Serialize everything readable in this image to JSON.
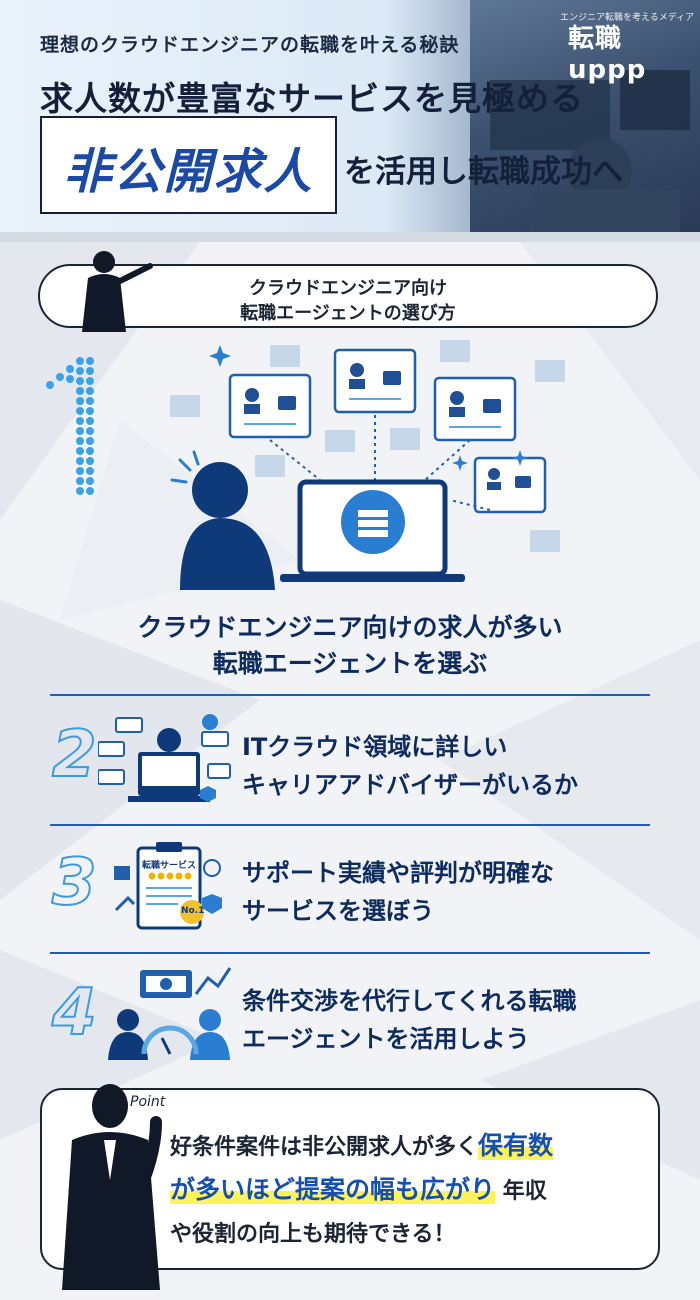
{
  "header": {
    "subtitle": "理想のクラウドエンジニアの転職を叶える秘訣",
    "headline": "求人数が豊富なサービスを見極める",
    "emphasis": "非公開求人",
    "headline2": "を活用し転職成功へ",
    "brand_small": "エンジニア転職を考えるメディア",
    "brand": "転職uppp"
  },
  "section": {
    "title_line1": "クラウドエンジニア向け",
    "title_line2": "転職エージェントの選び方"
  },
  "steps": [
    {
      "num": "1",
      "text1": "クラウドエンジニア向けの求人が多い",
      "text2": "転職エージェントを選ぶ",
      "icon": "cloud-job-listings-icon"
    },
    {
      "num": "2",
      "text1": "ITクラウド領域に詳しい",
      "text2": "キャリアアドバイザーがいるか",
      "icon": "career-advisor-icon"
    },
    {
      "num": "3",
      "text1": "サポート実績や評判が明確な",
      "text2": "サービスを選ぼう",
      "icon": "rating-clipboard-icon",
      "icon_label": "転職サービス",
      "badge": "No.1"
    },
    {
      "num": "4",
      "text1": "条件交渉を代行してくれる転職",
      "text2": "エージェントを活用しよう",
      "icon": "negotiation-icon"
    }
  ],
  "point": {
    "tag": "Point",
    "line1_a": "好条件案件は非公開求人が多く",
    "line1_hl": "保有数",
    "line2_hl": "が多いほど提案の幅も広がり",
    "line2_b": "年収",
    "line3": "や役割の向上も期待できる！"
  },
  "colors": {
    "navy": "#0d2b5e",
    "accent_blue": "#1d5fb4",
    "highlight": "#fff35a"
  }
}
